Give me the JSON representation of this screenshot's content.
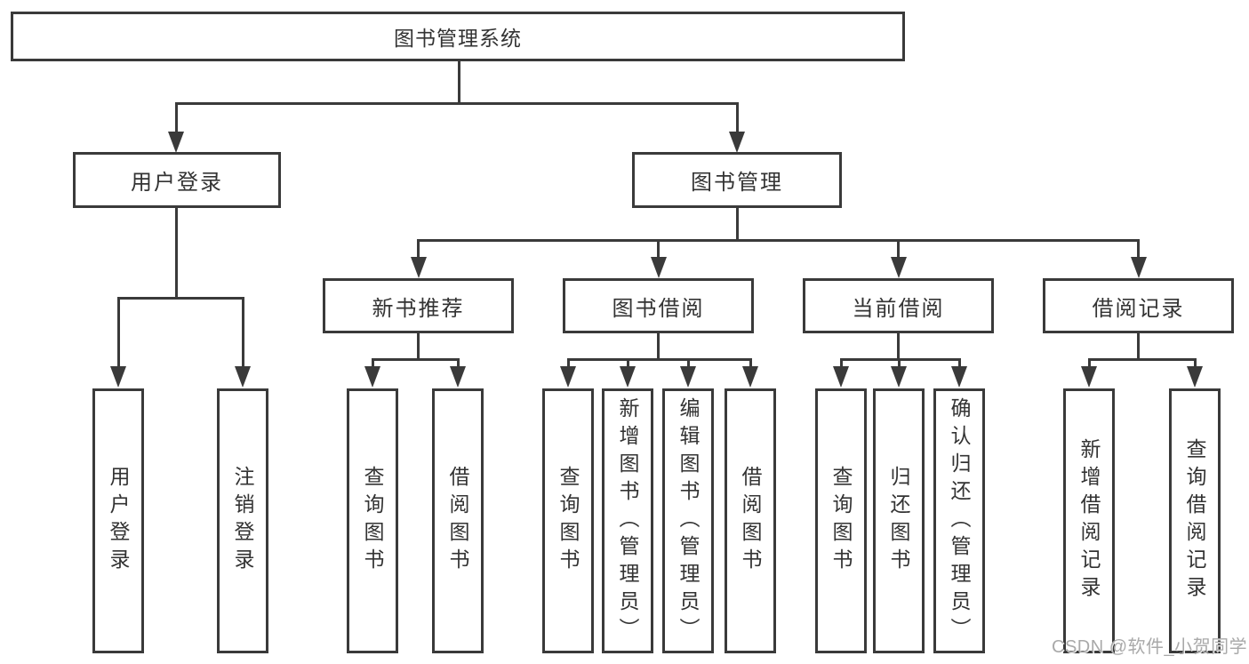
{
  "diagram": {
    "root": "图书管理系统",
    "level2": {
      "user_login": "用户登录",
      "book_mgmt": "图书管理"
    },
    "level3": {
      "new_books": "新书推荐",
      "borrow": "图书借阅",
      "current": "当前借阅",
      "records": "借阅记录"
    },
    "leaves": {
      "user_login": [
        "用户登录",
        "注销登录"
      ],
      "new_books": [
        "查询图书",
        "借阅图书"
      ],
      "borrow": [
        "查询图书",
        "新增图书（管理员）",
        "编辑图书（管理员）",
        "借阅图书"
      ],
      "current": [
        "查询图书",
        "归还图书",
        "确认归还（管理员）"
      ],
      "records": [
        "新增借阅记录",
        "查询借阅记录"
      ]
    }
  },
  "watermark": "CSDN @软件_小贺同学",
  "colors": {
    "line": "#3a3a3a",
    "text": "#333333",
    "background": "#ffffff",
    "watermark": "#a9a9a9"
  }
}
